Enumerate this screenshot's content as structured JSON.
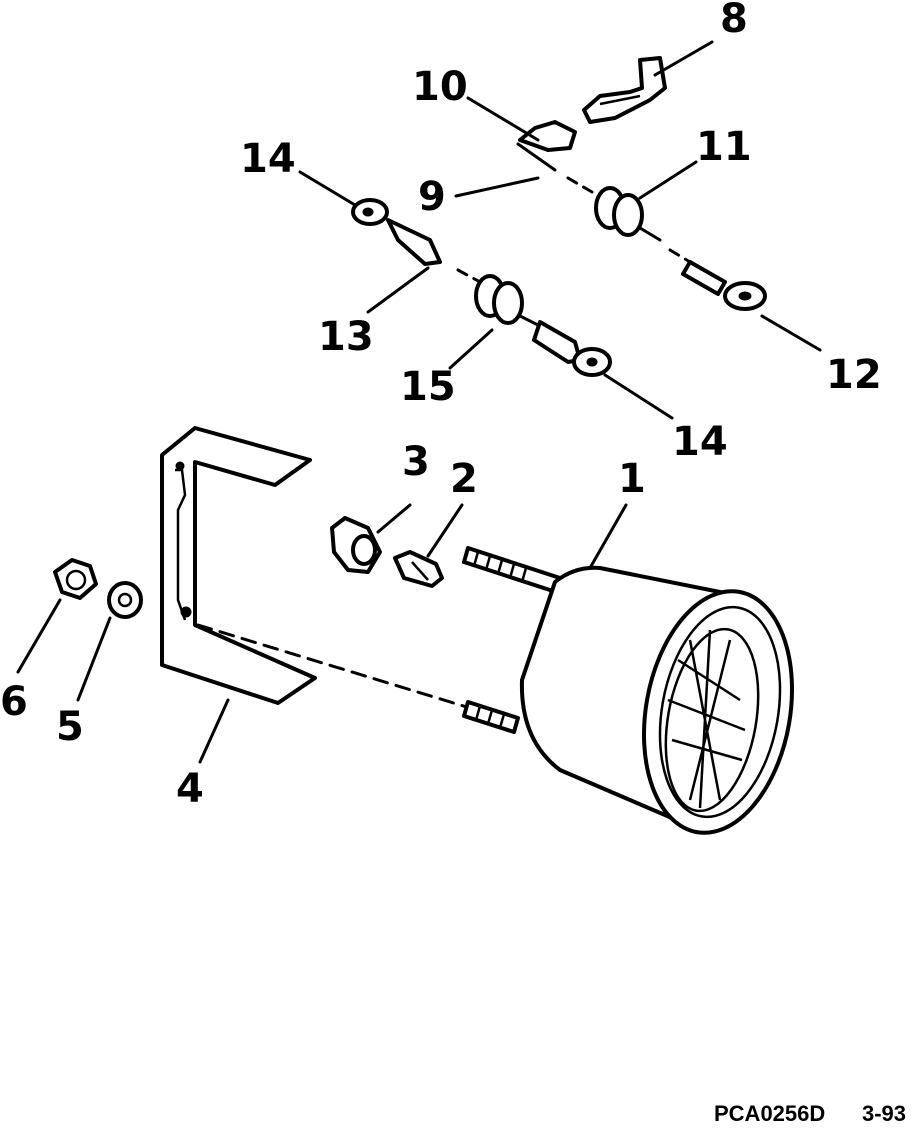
{
  "labels": {
    "l1": "1",
    "l2": "2",
    "l3": "3",
    "l4": "4",
    "l5": "5",
    "l6": "6",
    "l8": "8",
    "l9": "9",
    "l10": "10",
    "l11": "11",
    "l12": "12",
    "l13": "13",
    "l14a": "14",
    "l14b": "14",
    "l15": "15"
  },
  "footer": {
    "code": "PCA0256D",
    "date": "3-93"
  }
}
